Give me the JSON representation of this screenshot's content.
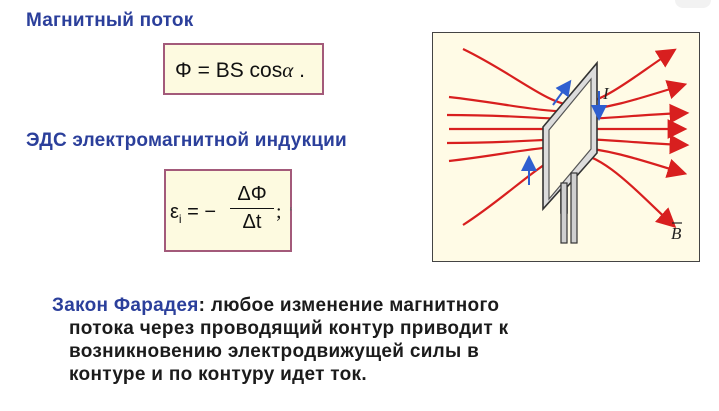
{
  "headings": {
    "magnetic_flux": "Магнитный поток",
    "emf": "ЭДС электромагнитной индукции"
  },
  "formulas": {
    "flux": {
      "lhs": "Φ = BS cos",
      "angle": "α",
      "end": "."
    },
    "emf": {
      "lhs": "ε",
      "lhs_sub": "i",
      "equals": "= −",
      "numerator": "ΔΦ",
      "denominator": "Δt",
      "end": ";"
    },
    "stray_mark": "‘"
  },
  "figure": {
    "current_label": "I",
    "field_label": "B",
    "colors": {
      "field_lines": "#d81f1f",
      "current_arrows": "#2f5fd0",
      "frame": "#333333",
      "panel_bg": "#fffbe6"
    }
  },
  "law": {
    "term": "Закон Фарадея",
    "line1_rest": ": любое изменение магнитного",
    "line2": "потока через проводящий контур приводит к",
    "line3": "возникновению электродвижущей силы в",
    "line4": "контуре и по контуру идет ток."
  }
}
